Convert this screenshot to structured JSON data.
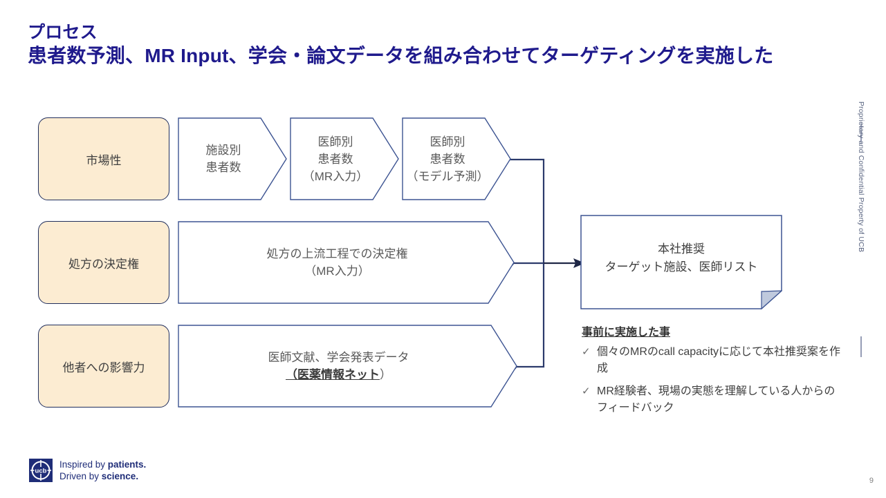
{
  "slide": {
    "title_kicker": "プロセス",
    "title_main": "患者数予測、MR Input、学会・論文データを組み合わせてターゲティングを実施した",
    "page_number": "9",
    "confidential_note": "Proprietary and Confidential Property of UCB",
    "title_color": "#1f1a8c",
    "accent_border": "#2b3a6b",
    "category_fill": "#fcecd2"
  },
  "rows": [
    {
      "category": "市場性",
      "steps": [
        {
          "line1": "施設別",
          "line2": "患者数",
          "line3": ""
        },
        {
          "line1": "医師別",
          "line2": "患者数",
          "line3": "（MR入力）"
        },
        {
          "line1": "医師別",
          "line2": "患者数",
          "line3": "（モデル予測）"
        }
      ]
    },
    {
      "category": "処方の決定権",
      "steps": [
        {
          "line1": "処方の上流工程での決定権",
          "line2": "（MR入力）",
          "line3": ""
        }
      ]
    },
    {
      "category": "他者への影響力",
      "steps": [
        {
          "line1": "医師文献、学会発表データ",
          "line2_bold_underline": "（医薬情報ネット",
          "line2_tail": "）",
          "line3": ""
        }
      ]
    }
  ],
  "output": {
    "line1": "本社推奨",
    "line2": "ターゲット施設、医師リスト"
  },
  "notes": {
    "heading": "事前に実施した事",
    "check_glyph": "✓",
    "items": [
      "個々のMRのcall capacityに応じて本社推奨案を作成",
      "MR経験者、現場の実態を理解している人からのフィードバック"
    ]
  },
  "logo": {
    "mark_text": "ucb",
    "tagline_line1_plain": "Inspired by ",
    "tagline_line1_bold": "patients.",
    "tagline_line2_plain": "Driven by ",
    "tagline_line2_bold": "science."
  }
}
